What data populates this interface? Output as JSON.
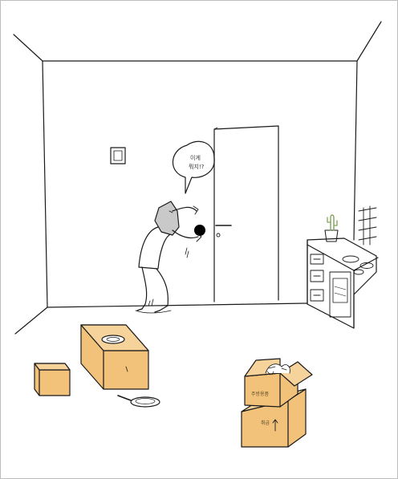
{
  "speech_bubble": {
    "line1": "이게",
    "line2": "뭐지!?"
  },
  "box_labels": {
    "upper_box": "주방용품",
    "lower_box": "취급"
  },
  "colors": {
    "line": "#1a1a1a",
    "box_fill": "#f2c27a",
    "head_fill": "#c9c9c9",
    "cactus": "#7fa35a",
    "hole": "#000000"
  }
}
